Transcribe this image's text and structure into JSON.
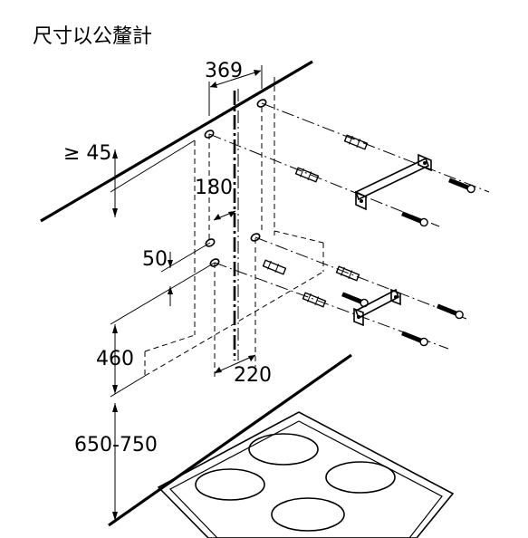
{
  "title": "尺寸以公釐計",
  "dimensions": {
    "d369": "369",
    "d45": "≥ 45",
    "d180": "180",
    "d50": "50",
    "d460": "460",
    "d220": "220",
    "d650_750": "650-750"
  }
}
